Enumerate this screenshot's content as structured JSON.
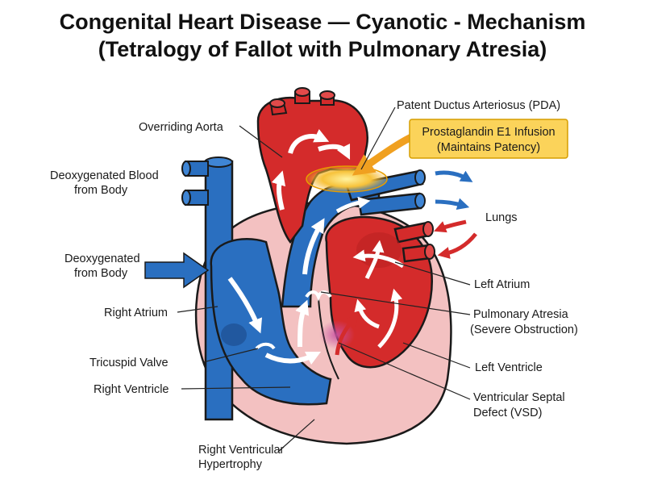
{
  "title": {
    "line1": "Congenital Heart Disease — Cyanotic - Mechanism",
    "line2": "(Tetralogy of Fallot with Pulmonary Atresia)"
  },
  "labels": {
    "overriding_aorta": "Overriding Aorta",
    "deoxy_blood_body_1": "Deoxygenated Blood",
    "deoxy_blood_body_2": "from Body",
    "deoxy_body_1": "Deoxygenated",
    "deoxy_body_2": "from Body",
    "right_atrium": "Right Atrium",
    "tricuspid_valve": "Tricuspid Valve",
    "right_ventricle": "Right Ventricle",
    "rv_hypertrophy_1": "Right Ventricular",
    "rv_hypertrophy_2": "Hypertrophy",
    "pda": "Patent Ductus Arteriosus (PDA)",
    "pge1_1": "Prostaglandin E1 Infusion",
    "pge1_2": "(Maintains Patency)",
    "lungs": "Lungs",
    "left_atrium": "Left Atrium",
    "pulm_atresia_1": "Pulmonary Atresia",
    "pulm_atresia_2": "(Severe Obstruction)",
    "left_ventricle": "Left Ventricle",
    "vsd_1": "Ventricular Septal",
    "vsd_2": "Defect (VSD)"
  },
  "colors": {
    "oxygenated": "#d42b2b",
    "deoxygenated": "#2a6fc0",
    "myocardium": "#f3c1c1",
    "pda_glow": "#f5b731",
    "callout_fill": "#fbd35a",
    "callout_border": "#d69e00"
  }
}
